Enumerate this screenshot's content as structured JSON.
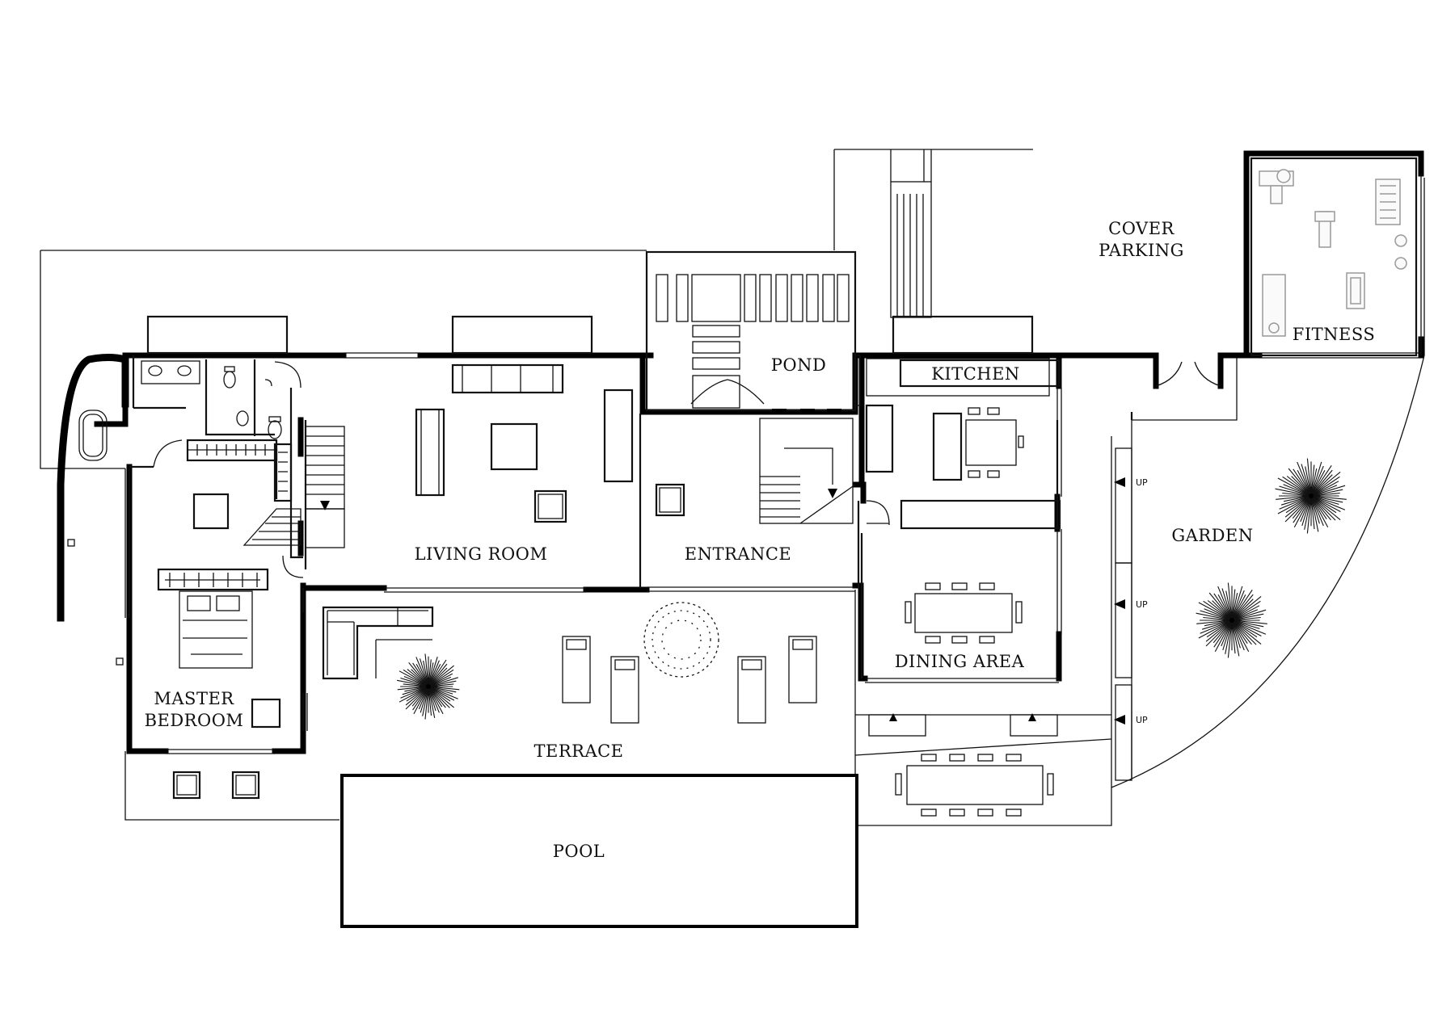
{
  "plan": {
    "rooms": {
      "cover_parking_line1": "COVER",
      "cover_parking_line2": "PARKING",
      "fitness": "FITNESS",
      "pond": "POND",
      "kitchen": "KITCHEN",
      "garden": "GARDEN",
      "living_room": "LIVING ROOM",
      "entrance": "ENTRANCE",
      "dining_area": "DINING AREA",
      "master_bedroom_line1": "MASTER",
      "master_bedroom_line2": "BEDROOM",
      "terrace": "TERRACE",
      "pool": "POOL"
    },
    "stair_up_labels": [
      "UP",
      "UP",
      "UP"
    ]
  }
}
